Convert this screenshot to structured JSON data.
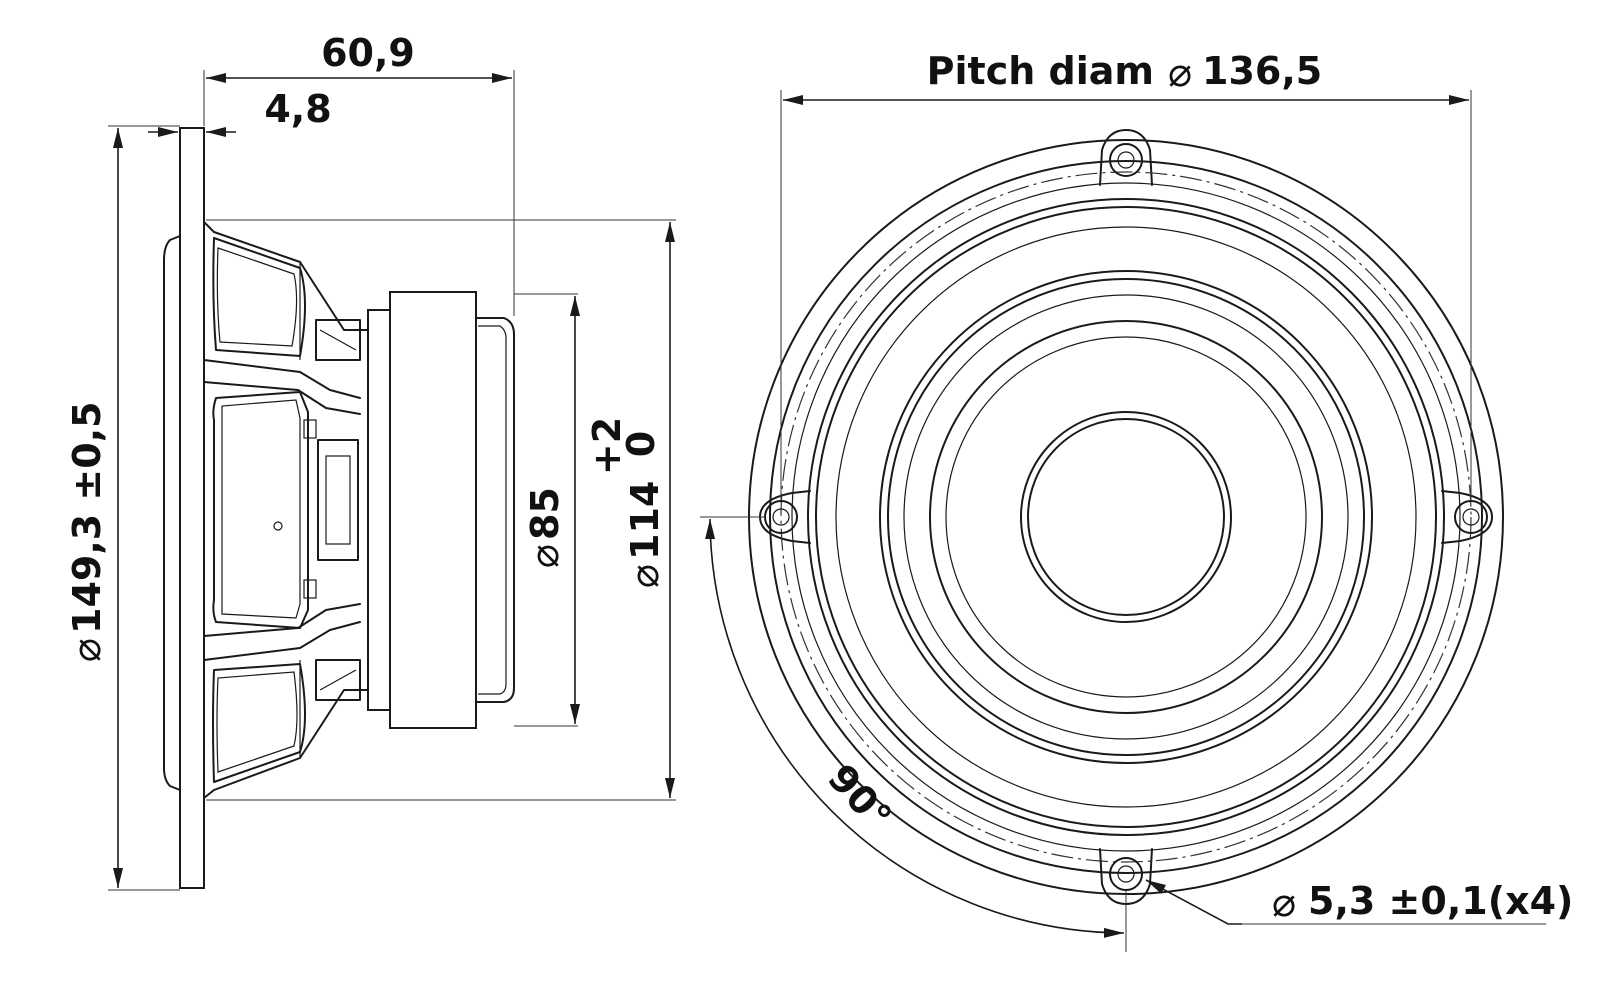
{
  "side_view": {
    "dimensions": {
      "overall_depth": "60,9",
      "flange_thickness": "4,8",
      "outer_diameter": "149,3 ±0,5",
      "magnet_diameter": "85",
      "cutout_diameter": "114",
      "cutout_tolerance_upper": "+2",
      "cutout_tolerance_lower": "0"
    }
  },
  "front_view": {
    "pitch_label": "Pitch diam",
    "pitch_value": "136,5",
    "hole_spacing_angle": "90°",
    "hole_diameter": "5,3 ±0,1(x4)"
  },
  "symbols": {
    "diameter_glyph": "⌀"
  }
}
